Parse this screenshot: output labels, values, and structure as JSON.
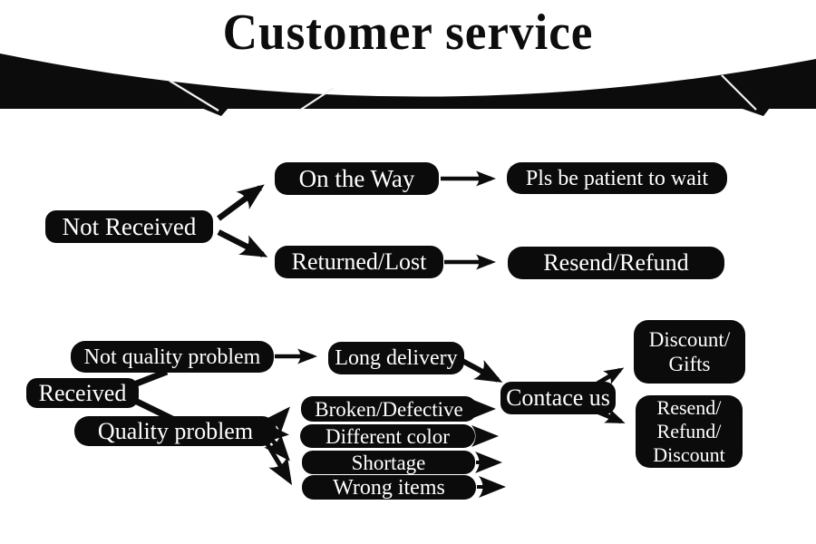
{
  "header": {
    "title": "Customer service"
  },
  "colors": {
    "background": "#ffffff",
    "node_bg": "#0b0b0b",
    "node_text": "#ffffff",
    "arrow": "#0c0c0c",
    "banner": "#0c0c0c",
    "banner_crease": "#f2f2f2"
  },
  "nodes": {
    "not_received": "Not Received",
    "on_the_way": "On the Way",
    "patient_wait": "Pls be patient to wait",
    "returned_lost": "Returned/Lost",
    "resend_refund": "Resend/Refund",
    "received": "Received",
    "not_quality_problem": "Not quality problem",
    "long_delivery": "Long delivery",
    "quality_problem": "Quality problem",
    "broken_defective": "Broken/Defective",
    "different_color": "Different color",
    "shortage": "Shortage",
    "wrong_items": "Wrong items",
    "contact_us": "Contace us",
    "discount_gifts": {
      "line1": "Discount/",
      "line2": "Gifts"
    },
    "resend_refund_discount": {
      "line1": "Resend/",
      "line2": "Refund/",
      "line3": "Discount"
    }
  },
  "edges": [
    {
      "from": "Not Received",
      "to": "On the Way"
    },
    {
      "from": "Not Received",
      "to": "Returned/Lost"
    },
    {
      "from": "On the Way",
      "to": "Pls be patient to wait"
    },
    {
      "from": "Returned/Lost",
      "to": "Resend/Refund"
    },
    {
      "from": "Received",
      "to": "Not quality problem"
    },
    {
      "from": "Received",
      "to": "Quality problem"
    },
    {
      "from": "Not quality problem",
      "to": "Long delivery"
    },
    {
      "from": "Long delivery",
      "to": "Contace us"
    },
    {
      "from": "Quality problem",
      "to": "Broken/Defective"
    },
    {
      "from": "Quality problem",
      "to": "Different color"
    },
    {
      "from": "Quality problem",
      "to": "Shortage"
    },
    {
      "from": "Quality problem",
      "to": "Wrong items"
    },
    {
      "from": "Broken/Defective",
      "to": "Contace us"
    },
    {
      "from": "Different color",
      "to": "Contace us"
    },
    {
      "from": "Shortage",
      "to": "Contace us"
    },
    {
      "from": "Wrong items",
      "to": "Contace us"
    },
    {
      "from": "Contace us",
      "to": "Discount/Gifts"
    },
    {
      "from": "Contace us",
      "to": "Resend/Refund/Discount"
    }
  ]
}
